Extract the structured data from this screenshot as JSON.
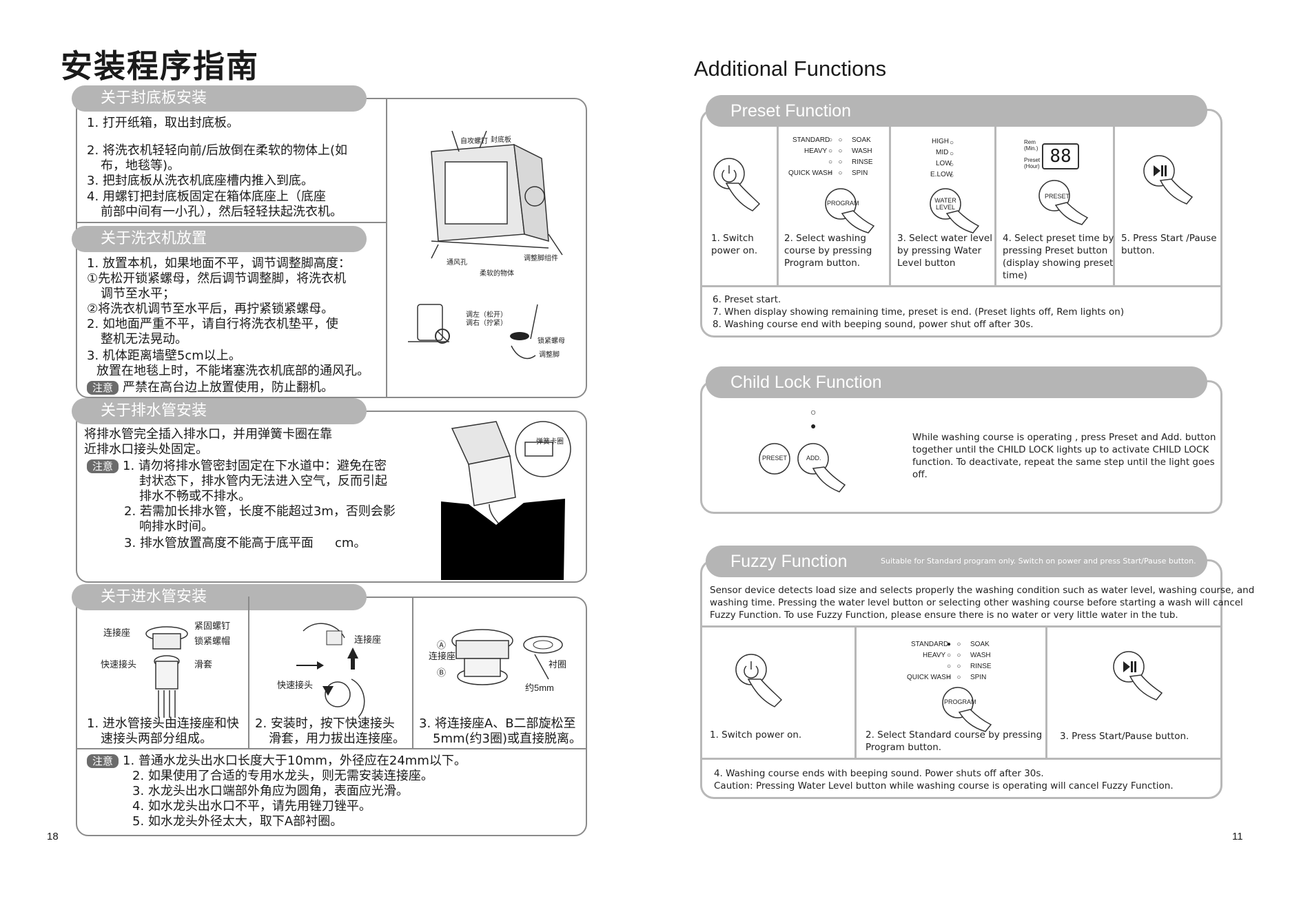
{
  "left": {
    "title": "安装程序指南",
    "page_number": "18",
    "s1": {
      "tab": "关于封底板安装",
      "lines": [
        "1. 打开纸箱，取出封底板。",
        "2. 将洗衣机轻轻向前/后放倒在柔软的物体上(如",
        "布，地毯等)。",
        "3. 把封底板从洗衣机底座槽内推入到底。",
        "4. 用螺钉把封底板固定在箱体底座上（底座",
        "前部中间有一小孔），然后轻轻扶起洗衣机。"
      ],
      "fig_labels": [
        "自攻螺钉",
        "封底板",
        "通风孔",
        "柔软的物体",
        "调整脚组件"
      ]
    },
    "s2": {
      "tab": "关于洗衣机放置",
      "lines": [
        "1. 放置本机，如果地面不平，调节调整脚高度：",
        "①先松开锁紧螺母，然后调节调整脚，将洗衣机",
        "调节至水平；",
        "②将洗衣机调节至水平后，再拧紧锁紧螺母。",
        "2. 如地面严重不平，请自行将洗衣机垫平，使",
        "整机无法晃动。",
        "3. 机体距离墙壁5cm以上。",
        "放置在地毯上时，不能堵塞洗衣机底部的通风孔。"
      ],
      "note_tag": "注意",
      "note": "严禁在高台边上放置使用，防止翻机。",
      "fig_labels": [
        "调左（松开）",
        "调右（拧紧）",
        "锁紧螺母",
        "调整脚"
      ]
    },
    "s3": {
      "tab": "关于排水管安装",
      "lines": [
        "将排水管完全插入排水口，并用弹簧卡圈在靠",
        "近排水口接头处固定。"
      ],
      "note_tag": "注意",
      "notes": [
        "1. 请勿将排水管密封固定在下水道中：避免在密",
        "封状态下，排水管内无法进入空气，反而引起",
        "排水不畅或不排水。",
        "2. 若需加长排水管，长度不能超过3m，否则会影",
        "响排水时间。",
        "3. 排水管放置高度不能高于底平面",
        "cm。"
      ],
      "fig_labels": [
        "弹簧卡圈"
      ]
    },
    "s4": {
      "tab": "关于进水管安装",
      "fig1_labels": [
        "连接座",
        "紧固螺钉",
        "锁紧螺帽",
        "快速接头",
        "滑套"
      ],
      "fig2_labels": [
        "连接座",
        "快速接头"
      ],
      "fig3_labels": [
        "Ⓐ",
        "连接座",
        "Ⓑ",
        "衬圈",
        "约5mm"
      ],
      "cap1": [
        "1. 进水管接头由连接座和快",
        "速接头两部分组成。"
      ],
      "cap2": [
        "2. 安装时，按下快速接头",
        "滑套，用力拔出连接座。"
      ],
      "cap3": [
        "3. 将连接座A、B二部旋松至",
        "5mm(约3圈)或直接脱离。"
      ],
      "note_tag": "注意",
      "notes": [
        "1. 普通水龙头出水口长度大于10mm，外径应在24mm以下。",
        "2. 如果使用了合适的专用水龙头，则无需安装连接座。",
        "3. 水龙头出水口端部外角应为圆角，表面应光滑。",
        "4. 如水龙头出水口不平，请先用锉刀锉平。",
        "5. 如水龙头外径太大，取下A部衬圈。"
      ]
    }
  },
  "right": {
    "title": "Additional Functions",
    "page_number": "11",
    "preset": {
      "tab": "Preset Function",
      "panel_left": [
        "STANDARD",
        "HEAVY",
        "",
        "QUICK WASH"
      ],
      "panel_right": [
        "SOAK",
        "WASH",
        "RINSE",
        "SPIN"
      ],
      "levels": [
        "HIGH",
        "MID",
        "LOW",
        "E.LOW"
      ],
      "btn_program": "PROGRAM",
      "btn_water": "WATER LEVEL",
      "btn_preset": "PRESET",
      "disp_rem": "Rem (Min.)",
      "disp_preset": "Preset (Hour)",
      "disp_digits": "88",
      "steps": [
        [
          "1. Switch",
          "power on."
        ],
        [
          "2. Select washing",
          "course by pressing",
          "Program button."
        ],
        [
          "3. Select water level",
          "by pressing Water",
          "Level button"
        ],
        [
          "4. Select preset time by",
          "pressing Preset button",
          "(display showing preset",
          "time)"
        ],
        [
          "5. Press Start /Pause",
          "button."
        ]
      ],
      "notes": [
        "6. Preset start.",
        "7. When display showing remaining time, preset is end. (Preset lights off, Rem lights on)",
        "8. Washing course end with beeping sound, power shut off after 30s."
      ]
    },
    "child": {
      "tab": "Child Lock Function",
      "btn_preset": "PRESET",
      "btn_add": "ADD.",
      "text": [
        "While washing course is operating , press Preset and Add. button",
        "together until the CHILD LOCK lights up to activate  CHILD LOCK",
        "function. To deactivate, repeat the same step until the light goes",
        "off."
      ]
    },
    "fuzzy": {
      "tab": "Fuzzy Function",
      "tab_note": "Suitable for Standard program only. Switch on power and press Start/Pause button.",
      "intro": [
        "Sensor device detects load size and selects properly the washing condition such as water level, washing course, and",
        "washing time. Pressing the water level button or selecting other washing course before starting a wash will cancel",
        "Fuzzy Function. To use Fuzzy Function, please ensure there is no water or very little water in the tub."
      ],
      "panel_left": [
        "STANDARD",
        "HEAVY",
        "",
        "QUICK WASH"
      ],
      "panel_right": [
        "SOAK",
        "WASH",
        "RINSE",
        "SPIN"
      ],
      "btn_program": "PROGRAM",
      "steps": [
        [
          "1. Switch power on."
        ],
        [
          "2. Select Standard course by pressing",
          "Program button."
        ],
        [
          "3. Press Start/Pause button."
        ]
      ],
      "notes": [
        "4. Washing course ends with beeping sound. Power shuts off after 30s.",
        "Caution: Pressing Water Level button while washing course is operating will cancel Fuzzy Function."
      ]
    }
  }
}
